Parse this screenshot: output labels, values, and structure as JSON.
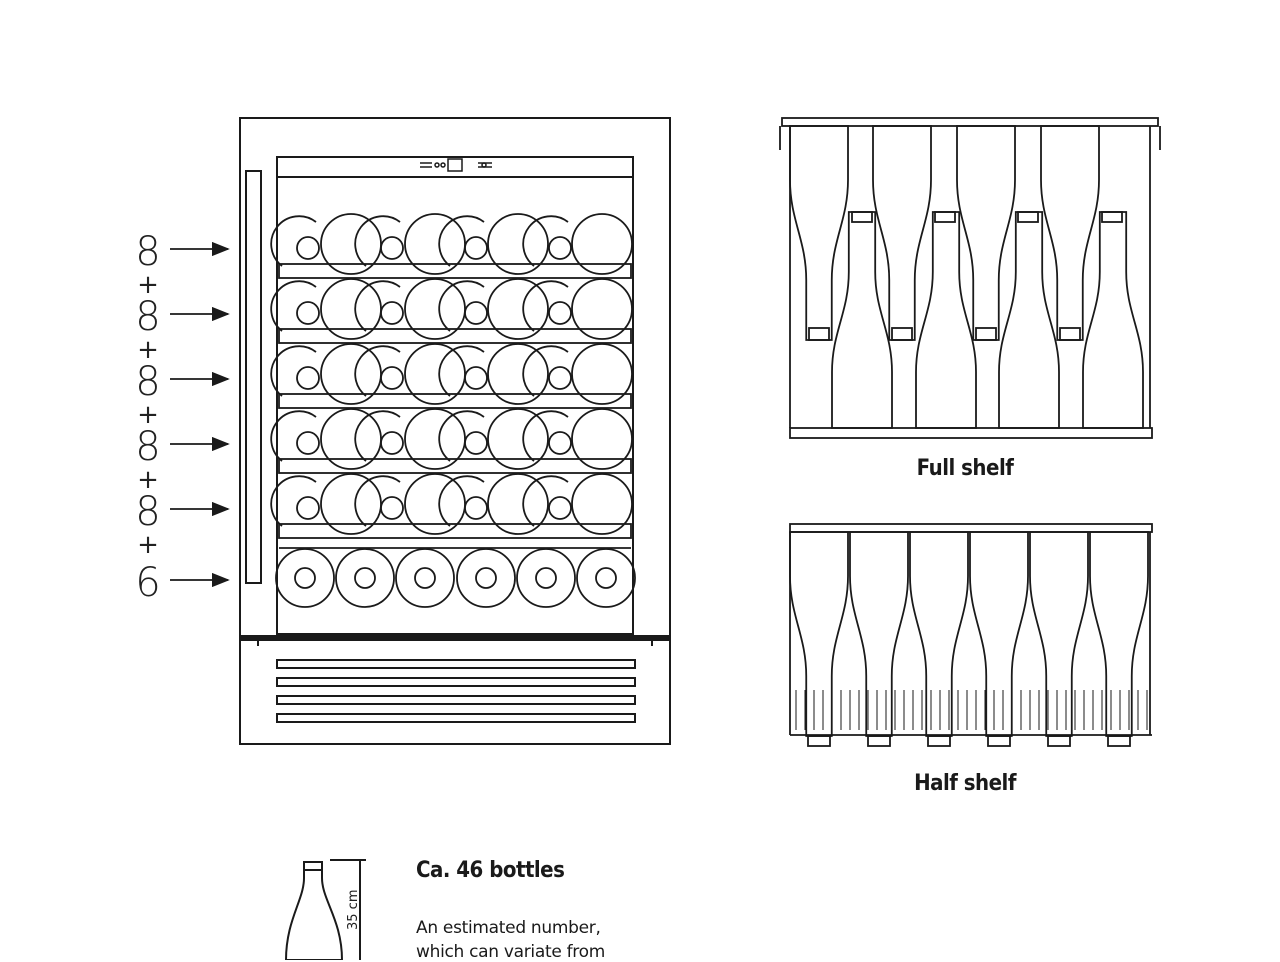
{
  "shelf_counts": [
    "8",
    "8",
    "8",
    "8",
    "8",
    "6"
  ],
  "plus_sign": "+",
  "full_shelf_label": "Full shelf",
  "half_shelf_label": "Half shelf",
  "capacity_title": "Ca. 46 bottles",
  "capacity_note_line1": "An estimated number,",
  "capacity_note_line2": "which can variate from",
  "bottle_height_label": "35 cm",
  "line_color": "#1a1a1a"
}
